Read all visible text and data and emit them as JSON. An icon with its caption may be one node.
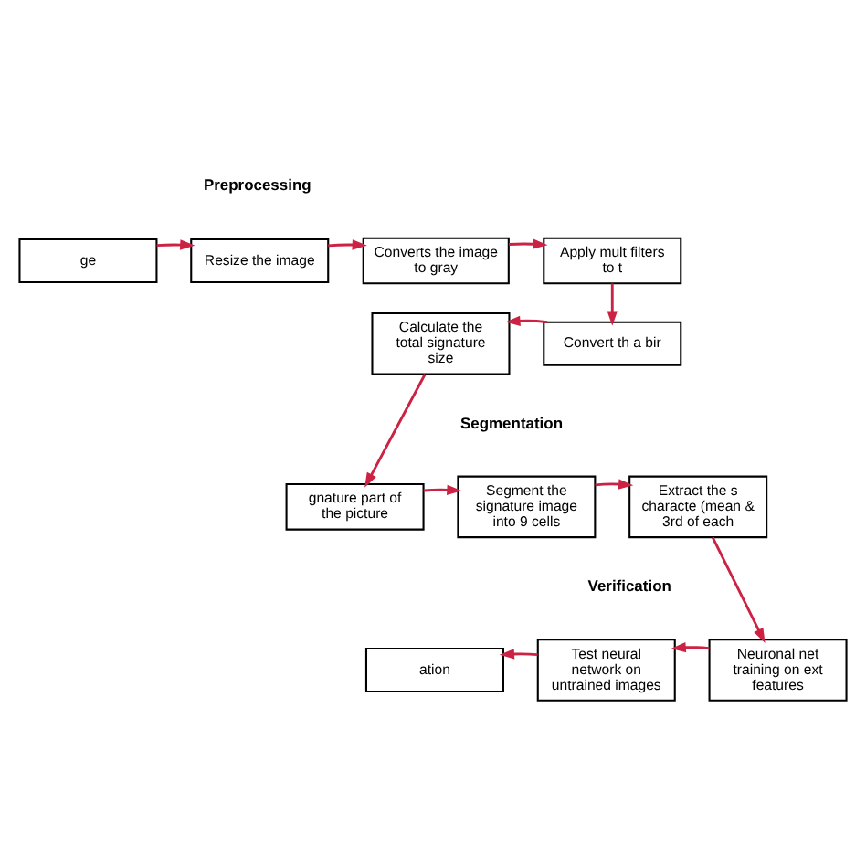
{
  "diagram": {
    "nodes": [
      {
        "text": [
          "ge"
        ]
      },
      {
        "text": [
          "Resize the image"
        ]
      },
      {
        "text": [
          "Converts the image to gray"
        ]
      },
      {
        "text": [
          "Apply mult filters to t"
        ]
      },
      {
        "text": [
          "Convert th a bir"
        ]
      },
      {
        "text": [
          "Calculate the total signature size"
        ]
      },
      {
        "text": [
          "gnature part of the picture"
        ]
      },
      {
        "text": [
          "Segment the signature image into 9 cells"
        ]
      },
      {
        "text": [
          "Extract the s characte (mean & 3rd of each"
        ]
      },
      {
        "text": [
          "Neuronal net training on ext features"
        ]
      },
      {
        "text": [
          "Test neural network on untrained images"
        ]
      },
      {
        "text": [
          "ation"
        ]
      }
    ],
    "edges": [
      {
        "from": 0,
        "to": 1,
        "arrow": "to"
      },
      {
        "from": 1,
        "to": 2,
        "arrow": "to"
      },
      {
        "from": 2,
        "to": 3,
        "arrow": "to"
      },
      {
        "from": 3,
        "to": 4,
        "arrow": "to"
      },
      {
        "from": 4,
        "to": 5,
        "arrow": "to"
      },
      {
        "from": 5,
        "to": 6,
        "arrow": "to"
      },
      {
        "from": 6,
        "to": 7,
        "arrow": "to"
      },
      {
        "from": 7,
        "to": 8,
        "arrow": "to"
      },
      {
        "from": 8,
        "to": 9,
        "arrow": "to"
      },
      {
        "from": 9,
        "to": 10,
        "arrow": "to"
      },
      {
        "from": 10,
        "to": 11,
        "arrow": "to"
      }
    ],
    "labels": [
      "Preprocessing",
      "Segmentation",
      "Verification"
    ]
  }
}
